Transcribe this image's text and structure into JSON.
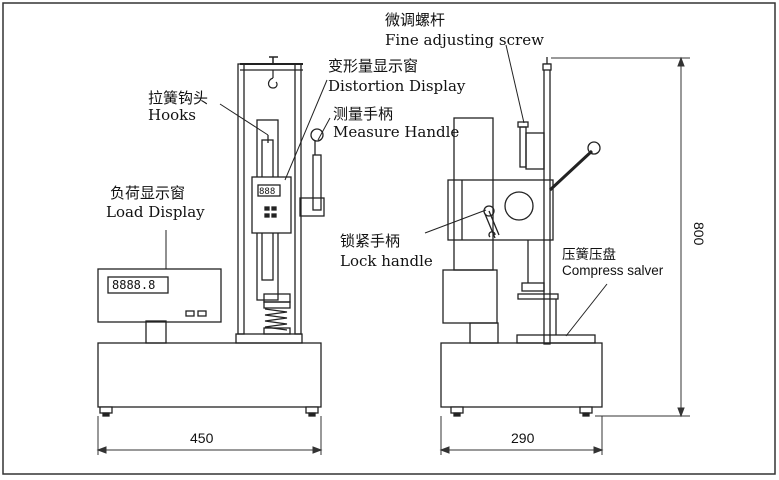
{
  "labels": {
    "hooks_cn": "拉簧钩头",
    "hooks_en": "Hooks",
    "distortion_cn": "变形量显示窗",
    "distortion_en": "Distortion Display",
    "measure_cn": "测量手柄",
    "measure_en": "Measure Handle",
    "load_cn": "负荷显示窗",
    "load_en": "Load Display",
    "fine_cn": "微调螺杆",
    "fine_en": "Fine adjusting screw",
    "lock_cn": "锁紧手柄",
    "lock_en": "Lock handle",
    "compress_cn": "压簧压盘",
    "compress_en": "Compress salver"
  },
  "displays": {
    "load_value": "8888.8",
    "distortion_value": "888"
  },
  "dimensions": {
    "width_front": "450",
    "width_side": "290",
    "height": "800"
  }
}
